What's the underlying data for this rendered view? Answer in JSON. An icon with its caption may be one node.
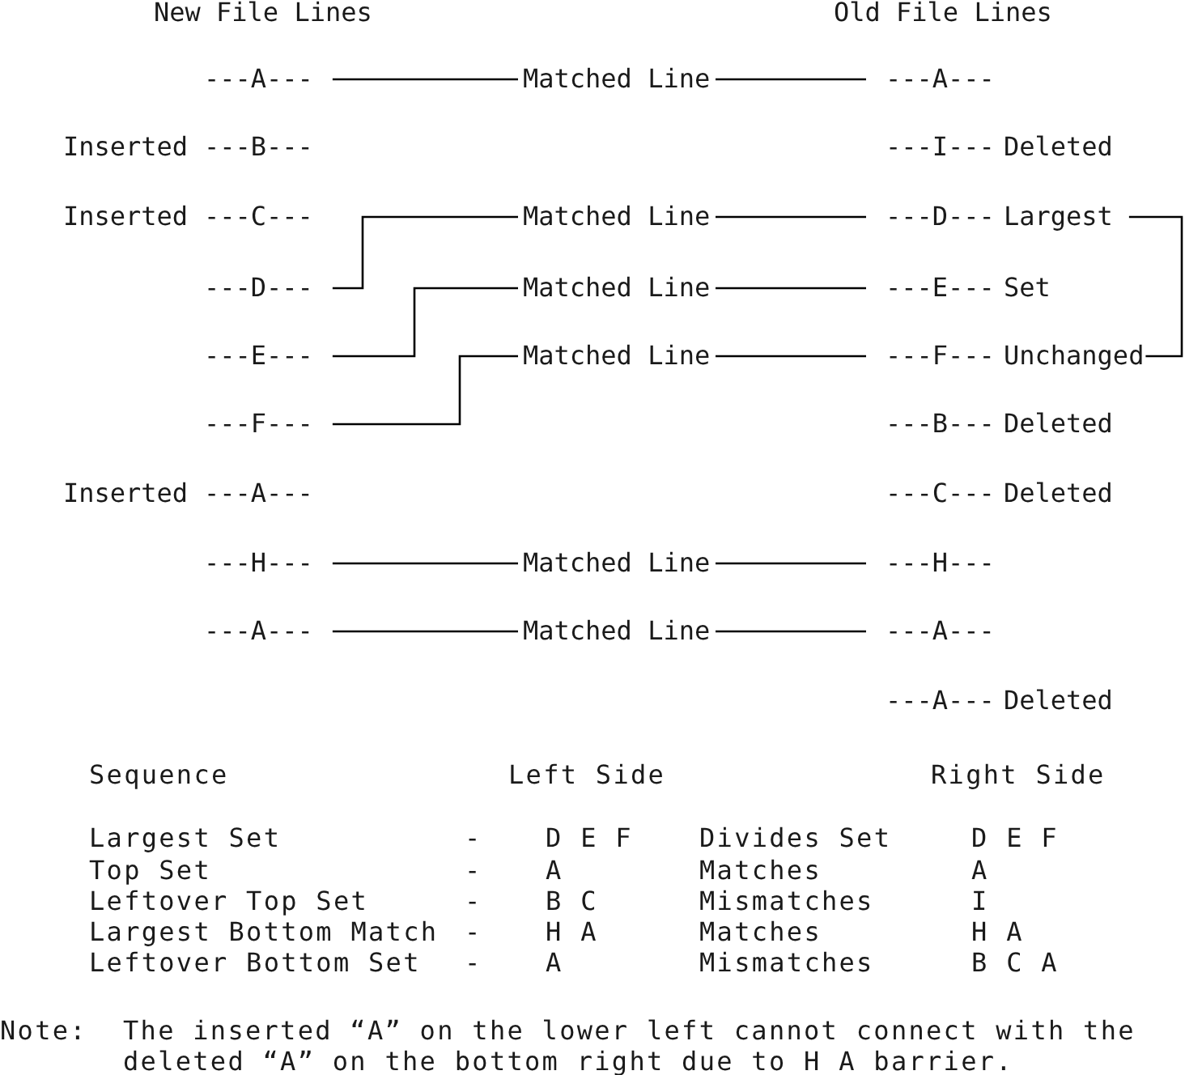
{
  "diagram": {
    "nodes": [
      {
        "text": [
          "---A---"
        ]
      },
      {
        "text": [
          "---A---"
        ]
      },
      {
        "text": [
          "---B---"
        ],
        "beside": [
          "Inserted"
        ]
      },
      {
        "text": [
          "---I---"
        ],
        "beside": [
          "Deleted"
        ]
      },
      {
        "text": [
          "---C---"
        ],
        "beside": [
          "Inserted"
        ]
      },
      {
        "text": [
          "---D---"
        ],
        "beside": [
          "Largest"
        ]
      },
      {
        "text": [
          "---D---"
        ]
      },
      {
        "text": [
          "---E---"
        ],
        "beside": [
          "Set"
        ]
      },
      {
        "text": [
          "---E---"
        ]
      },
      {
        "text": [
          "---F---"
        ],
        "beside": [
          "Unchanged"
        ]
      },
      {
        "text": [
          "---F---"
        ]
      },
      {
        "text": [
          "---B---"
        ],
        "beside": [
          "Deleted"
        ]
      },
      {
        "text": [
          "---A---"
        ],
        "beside": [
          "Inserted"
        ]
      },
      {
        "text": [
          "---C---"
        ],
        "beside": [
          "Deleted"
        ]
      },
      {
        "text": [
          "---H---"
        ]
      },
      {
        "text": [
          "---H---"
        ]
      },
      {
        "text": [
          "---A---"
        ]
      },
      {
        "text": [
          "---A---"
        ]
      },
      {
        "text": [
          "---A---"
        ],
        "beside": [
          "Deleted"
        ]
      }
    ],
    "edges": [
      {
        "from": 0,
        "to": 1,
        "arrow": "none",
        "label": "Matched Line"
      },
      {
        "from": 6,
        "to": 5,
        "arrow": "none",
        "label": "Matched Line"
      },
      {
        "from": 8,
        "to": 7,
        "arrow": "none",
        "label": "Matched Line"
      },
      {
        "from": 10,
        "to": 9,
        "arrow": "none",
        "label": "Matched Line"
      },
      {
        "from": 14,
        "to": 15,
        "arrow": "none",
        "label": "Matched Line"
      },
      {
        "from": 16,
        "to": 17,
        "arrow": "none",
        "label": "Matched Line"
      }
    ],
    "labels": [
      "New File Lines",
      "Old File Lines",
      "Sequence",
      "Left Side",
      "Right Side",
      "Largest Set",
      "-",
      "D E F",
      "Divides Set",
      "D E F",
      "Top Set",
      "-",
      "A",
      "Matches",
      "A",
      "Leftover Top Set",
      "-",
      "B C",
      "Mismatches",
      "I",
      "Largest Bottom Match",
      "-",
      "H A",
      "Matches",
      "H A",
      "Leftover Bottom Set",
      "-",
      "A",
      "Mismatches",
      "B C A",
      "Note:",
      "The inserted “A” on the lower left cannot connect with the deleted “A” on the bottom right due to H A barrier."
    ]
  }
}
